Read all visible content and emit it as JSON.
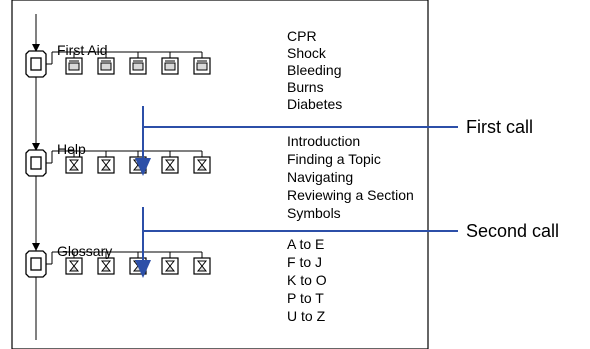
{
  "sections": [
    {
      "id": "first-aid",
      "title": "First Aid",
      "icon": "toolbox-icon",
      "child_icon": "video-icon",
      "child_count": 5,
      "items": [
        "CPR",
        "Shock",
        "Bleeding",
        "Burns",
        "Diabetes"
      ]
    },
    {
      "id": "help",
      "title": "Help",
      "icon": "toolbox-icon",
      "child_icon": "document-icon",
      "child_count": 5,
      "items": [
        "Introduction",
        "Finding a Topic",
        "Navigating",
        "Reviewing a Section",
        "Symbols"
      ]
    },
    {
      "id": "glossary",
      "title": "Glossary",
      "icon": "toolbox-icon",
      "child_icon": "document-icon",
      "child_count": 5,
      "items": [
        "A to E",
        "F to J",
        "K to O",
        "P to T",
        "U to Z"
      ]
    }
  ],
  "callouts": [
    {
      "id": "first-call",
      "label": "First call"
    },
    {
      "id": "second-call",
      "label": "Second call"
    }
  ],
  "colors": {
    "frame": "#000000",
    "call_line": "#2c4fa8",
    "icon_fill": "#d9d9d9",
    "text": "#000000"
  }
}
